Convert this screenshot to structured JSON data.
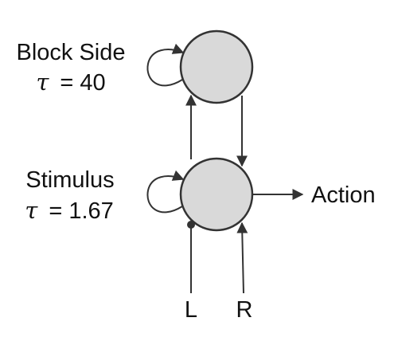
{
  "nodes": {
    "block_side": {
      "name": "Block Side",
      "tau_symbol": "τ",
      "tau_value": "= 40"
    },
    "stimulus": {
      "name": "Stimulus",
      "tau_symbol": "τ",
      "tau_value": "= 1.67"
    }
  },
  "output": {
    "label": "Action"
  },
  "inputs": {
    "left": "L",
    "right": "R"
  },
  "colors": {
    "node_fill": "#d9d9d9",
    "stroke": "#333333",
    "text": "#111111"
  }
}
